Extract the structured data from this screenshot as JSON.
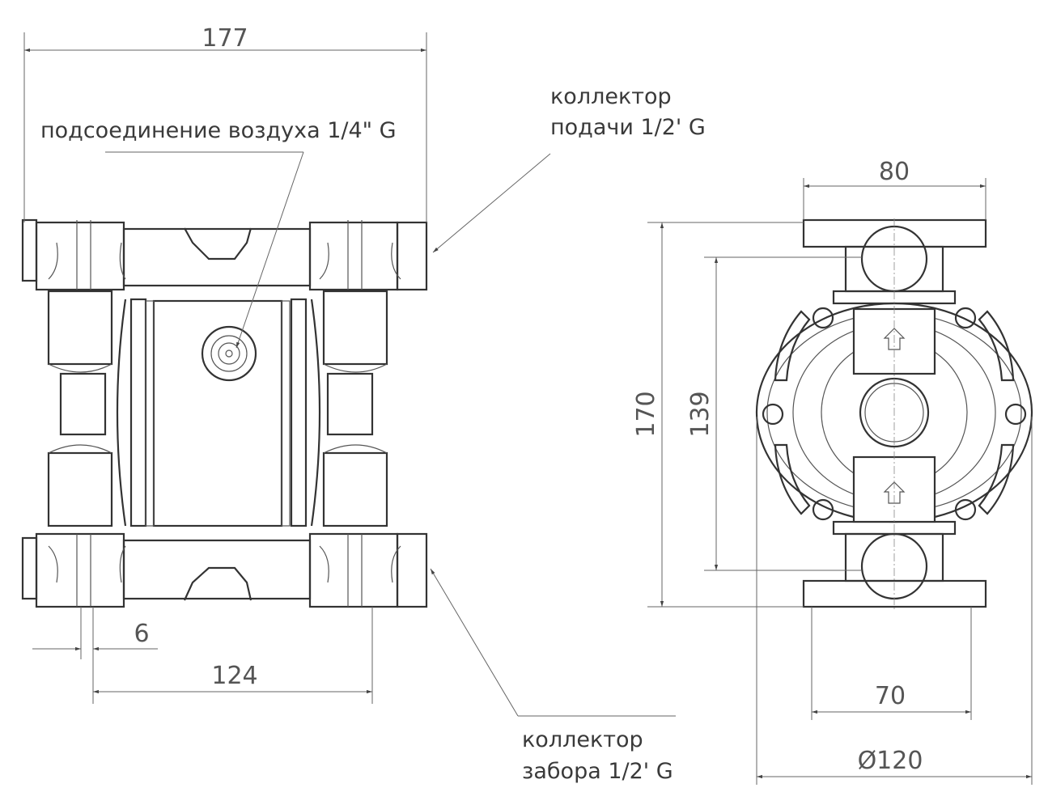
{
  "labels": {
    "air_connection": "подсоединение воздуха 1/4\" G",
    "outlet_line1": "коллектор",
    "outlet_line2": "подачи 1/2' G",
    "inlet_line1": "коллектор",
    "inlet_line2": "забора 1/2' G"
  },
  "dimensions": {
    "overall_width": "177",
    "offset": "6",
    "base_width": "124",
    "flange_width": "80",
    "overall_height": "170",
    "port_spacing": "139",
    "mount_width": "70",
    "diameter": "Ø120"
  },
  "icons": {
    "flow_arrow": "arrow-up-icon"
  }
}
